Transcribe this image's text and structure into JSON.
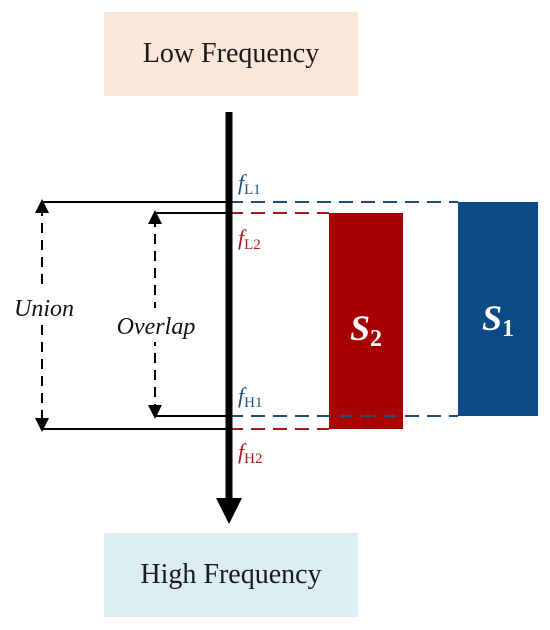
{
  "top_box": {
    "label": "Low Frequency",
    "fill": "#fbe6da"
  },
  "bottom_box": {
    "label": "High Frequency",
    "fill": "#dcedf3"
  },
  "frequency_markers": [
    {
      "base": "f",
      "sub": "L1",
      "color": "#1f4e79"
    },
    {
      "base": "f",
      "sub": "L2",
      "color": "#a61c1c"
    },
    {
      "base": "f",
      "sub": "H1",
      "color": "#1f4e79"
    },
    {
      "base": "f",
      "sub": "H2",
      "color": "#a61c1c"
    }
  ],
  "ranges": {
    "union": "Union",
    "overlap": "Overlap"
  },
  "bars": [
    {
      "base": "S",
      "sub": "2",
      "color": "#a60000"
    },
    {
      "base": "S",
      "sub": "1",
      "color": "#0b4a87"
    }
  ],
  "colors": {
    "axis": "#000000",
    "s1_dash": "#1f4e79",
    "s2_dash": "#a61c1c"
  }
}
